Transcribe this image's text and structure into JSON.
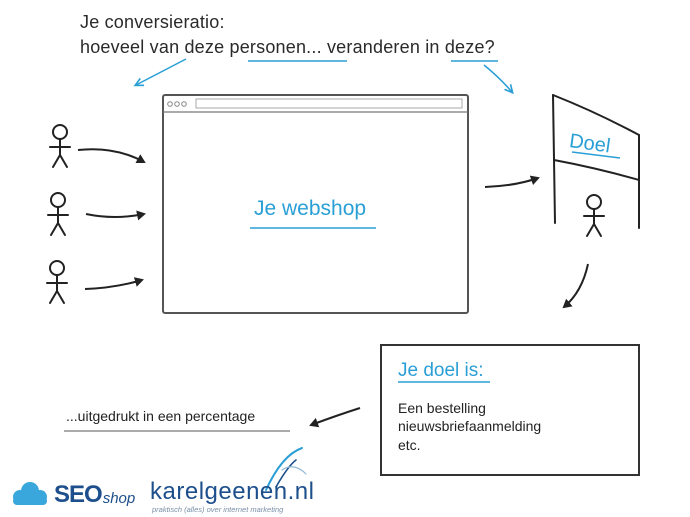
{
  "heading": {
    "line1": "Je conversieratio:",
    "line2": "hoeveel van deze personen... veranderen in deze?"
  },
  "webshop": {
    "label": "Je webshop"
  },
  "goal_flag": {
    "label": "Doel"
  },
  "goal_box": {
    "title": "Je doel is:",
    "items": [
      "Een bestelling",
      "nieuwsbriefaanmelding",
      "etc."
    ]
  },
  "result": {
    "text": "...uitgedrukt in een percentage"
  },
  "logos": {
    "seo_brand": "SEO",
    "seo_suffix": "shop",
    "karel_brand": "karelgeenen.nl",
    "karel_tagline": "praktisch (alles) over internet marketing"
  },
  "colors": {
    "accent": "#2a9fd6",
    "ink": "#222222",
    "brand_blue": "#1d4f8c",
    "cloud_blue": "#3aa7dc"
  },
  "icons": [
    "stick-figure-icon",
    "browser-window-icon",
    "flag-icon",
    "arrow-icon",
    "cloud-icon",
    "swoosh-icon"
  ]
}
